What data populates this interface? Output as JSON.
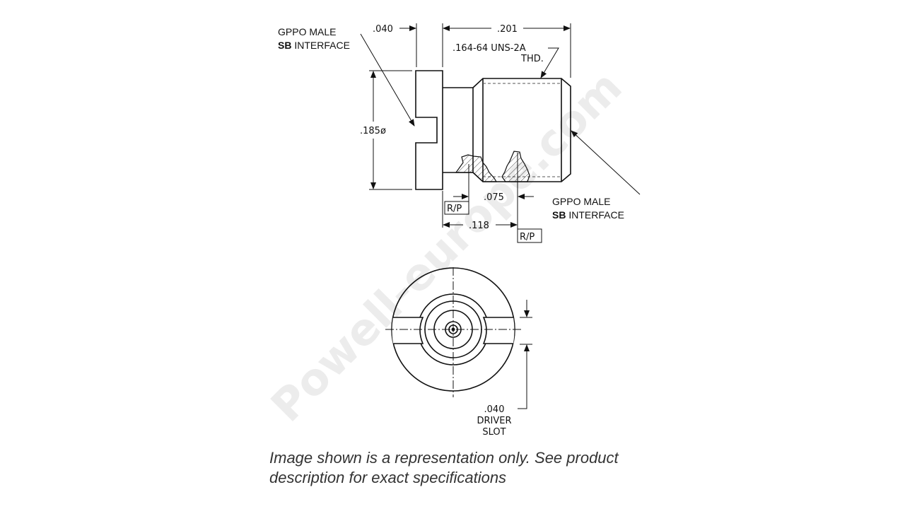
{
  "drawing": {
    "side_view": {
      "label_left": {
        "line1": "GPPO MALE",
        "bold": "SB",
        "rest": " INTERFACE"
      },
      "label_right": {
        "line1": "GPPO MALE",
        "bold": "SB",
        "rest": " INTERFACE"
      },
      "dim_flange": ".040",
      "dim_body": ".201",
      "dim_diameter": ".185ø",
      "thread_line1": ".164-64 UNS-2A",
      "thread_line2": "THD.",
      "dim_075": ".075",
      "dim_118": ".118",
      "ref_box_1": "R/P",
      "ref_box_2": "R/P"
    },
    "end_view": {
      "dim_slot": ".040",
      "slot_line1": "DRIVER",
      "slot_line2": "SLOT"
    },
    "watermark": "Powell-europe.com"
  },
  "caption": {
    "line1": "Image shown is a representation only. See product",
    "line2": "description for exact specifications"
  }
}
